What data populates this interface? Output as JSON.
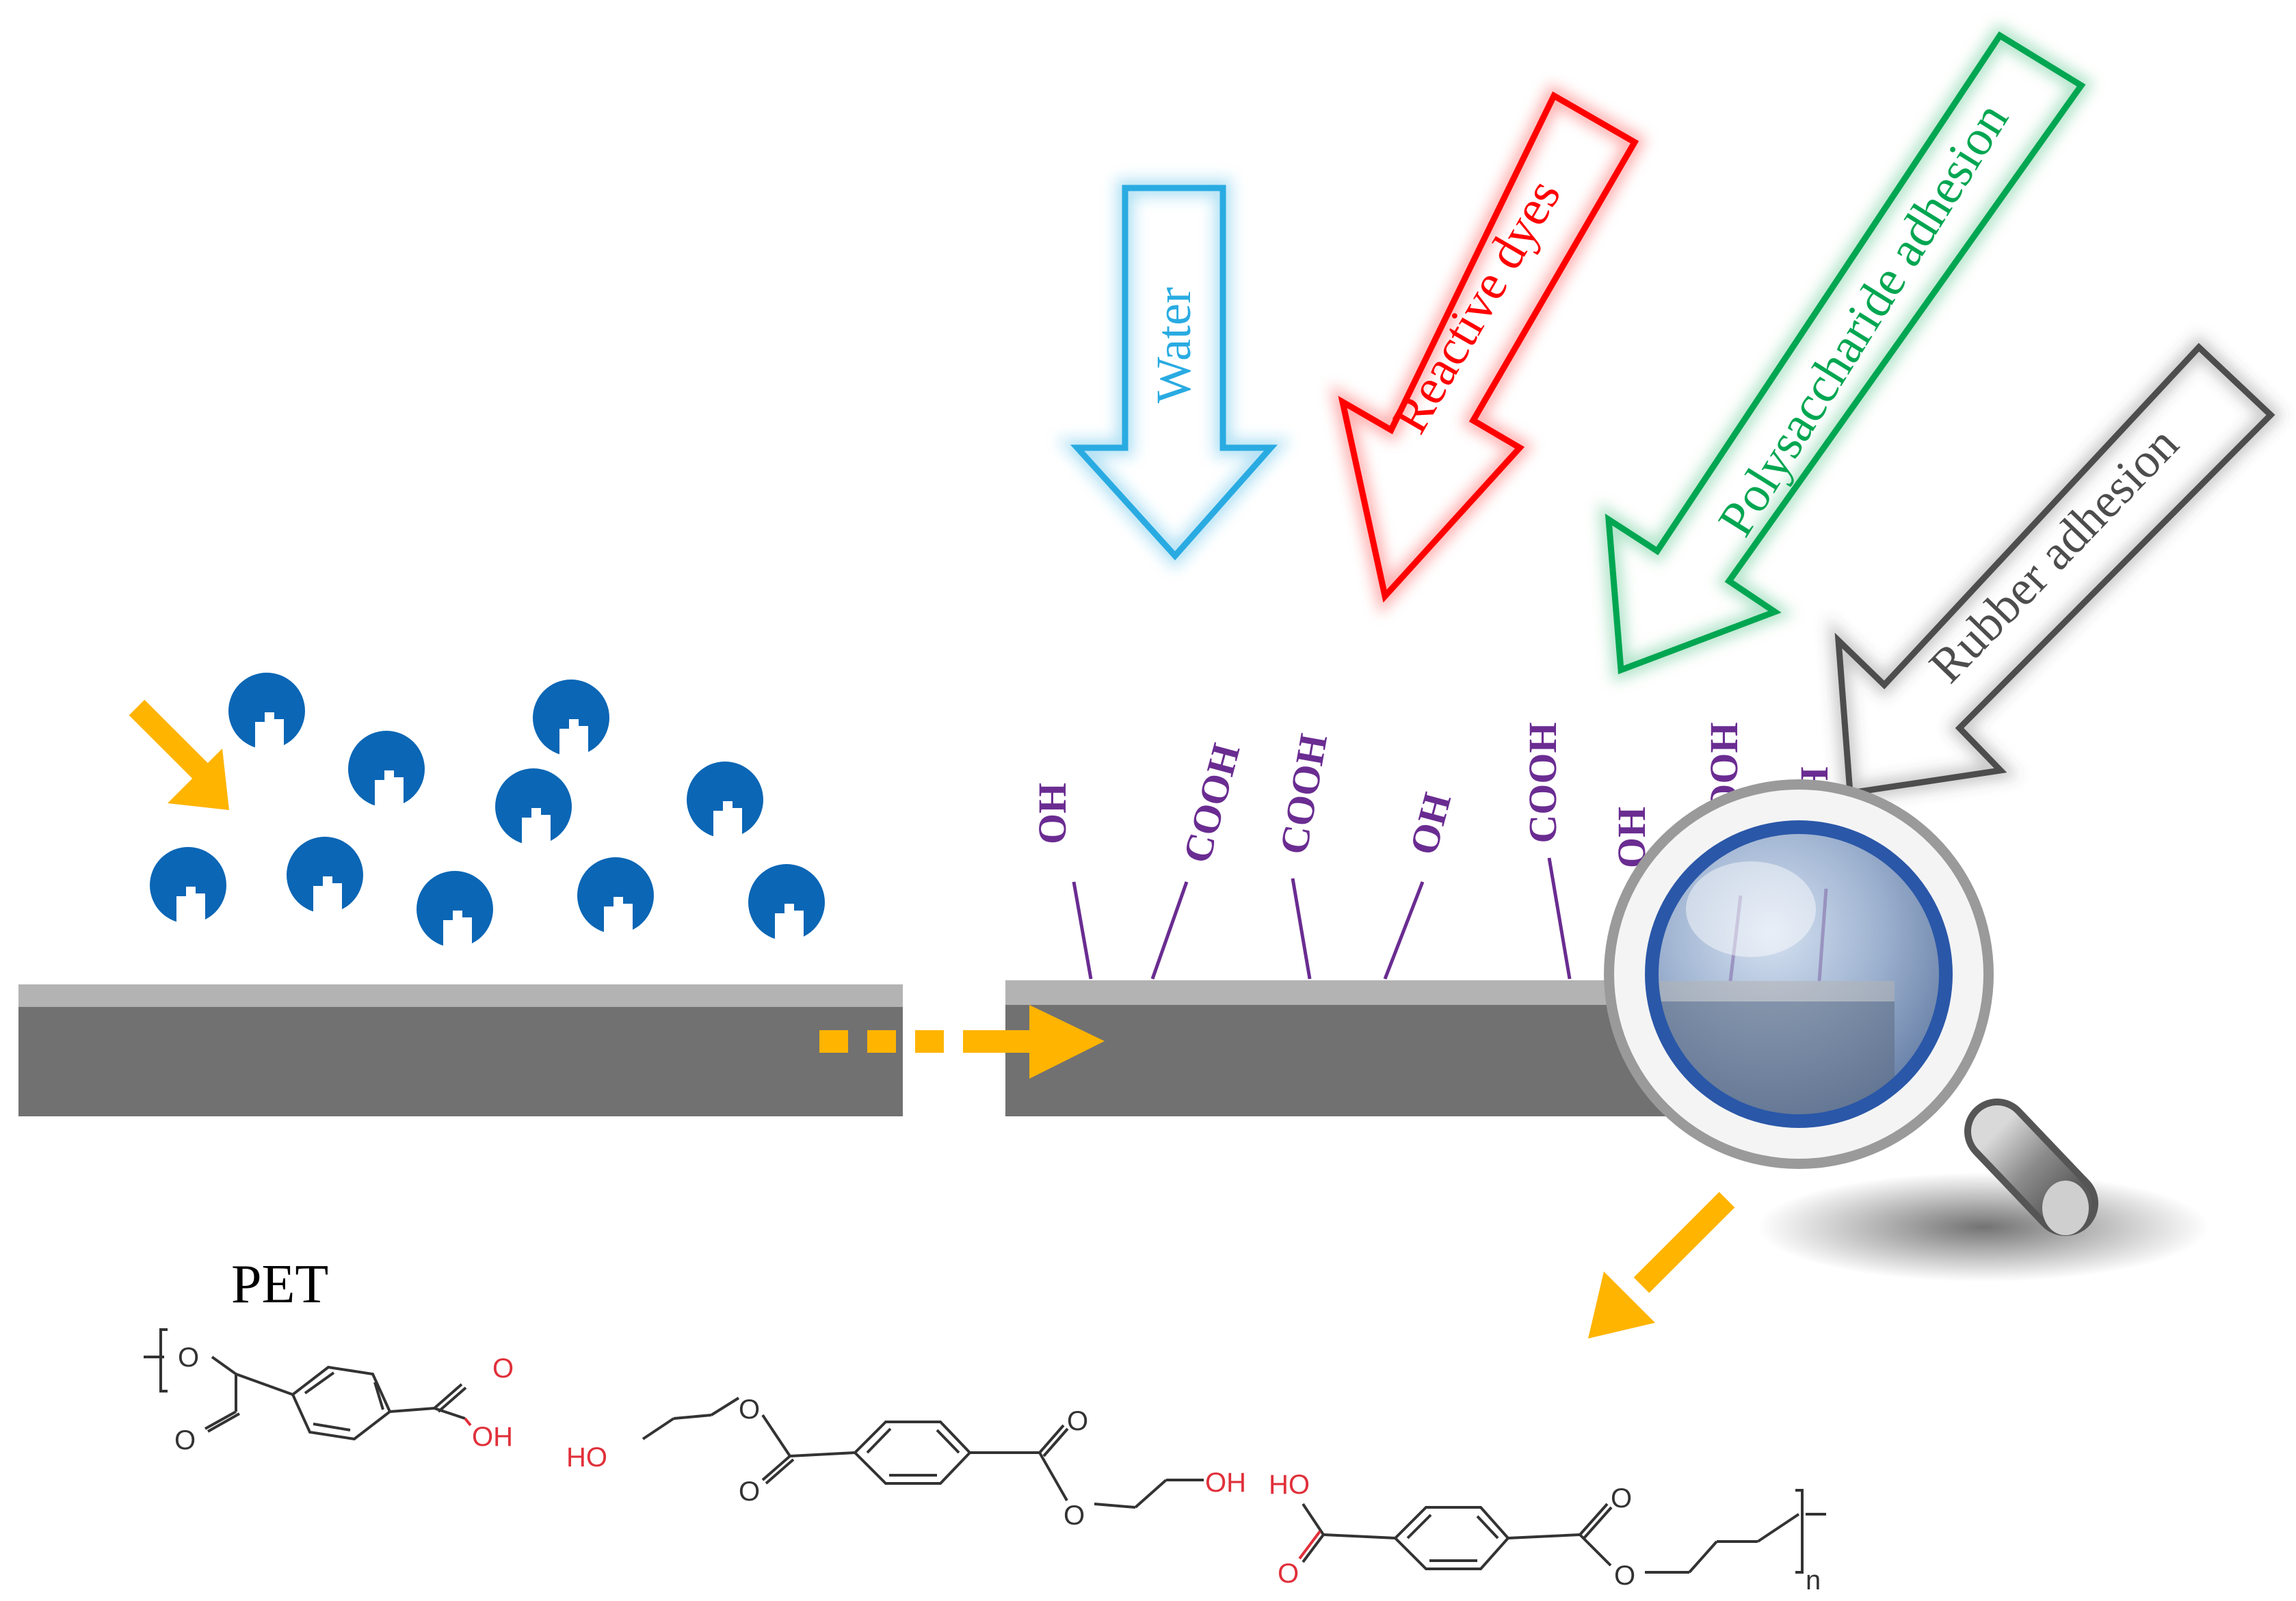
{
  "arrows": [
    {
      "label": "Water",
      "color": "#29abe2"
    },
    {
      "label": "Reactive dyes",
      "color": "#ff0000"
    },
    {
      "label": "Polysaccharide adhesion",
      "color": "#00a651"
    },
    {
      "label": "Rubber adhesion",
      "color": "#4d4d4d"
    }
  ],
  "functional_groups": [
    "OH",
    "COOH",
    "COOH",
    "OH",
    "COOH",
    "OH",
    "COOH",
    "COOH"
  ],
  "polymer_label": "PET",
  "chem_labels": {
    "o": "O",
    "oh": "OH",
    "ho": "HO",
    "n": "n"
  },
  "colors": {
    "enzyme": "#0b66b5",
    "substrate_top": "#b3b3b3",
    "substrate_body": "#717171",
    "accent_arrow": "#ffb400",
    "group_text": "#6a2c91",
    "acid_red": "#e0303a"
  }
}
